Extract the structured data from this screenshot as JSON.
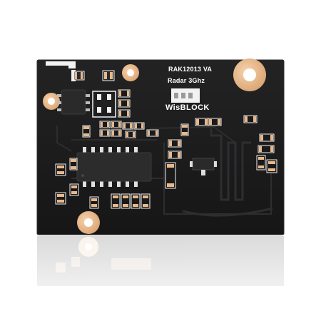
{
  "board": {
    "model_label": "RAK12013 VA",
    "function_label": "Radar 3Ghz",
    "brand_label": "WisBLOCK"
  },
  "colors": {
    "background": "#ffffff",
    "pcb": "#1b1b1c",
    "pcb_edge": "#2a2a2b",
    "pad_gold": "#e8b88a",
    "silkscreen": "#f5f5f5",
    "component_body": "#2b2b2b"
  },
  "icons": {
    "pcb": "radar-sensor-board",
    "chip_main": "ic-chip",
    "chip_small": "ic-chip-small",
    "connector": "wisblock-connector",
    "antenna": "meander-antenna"
  }
}
